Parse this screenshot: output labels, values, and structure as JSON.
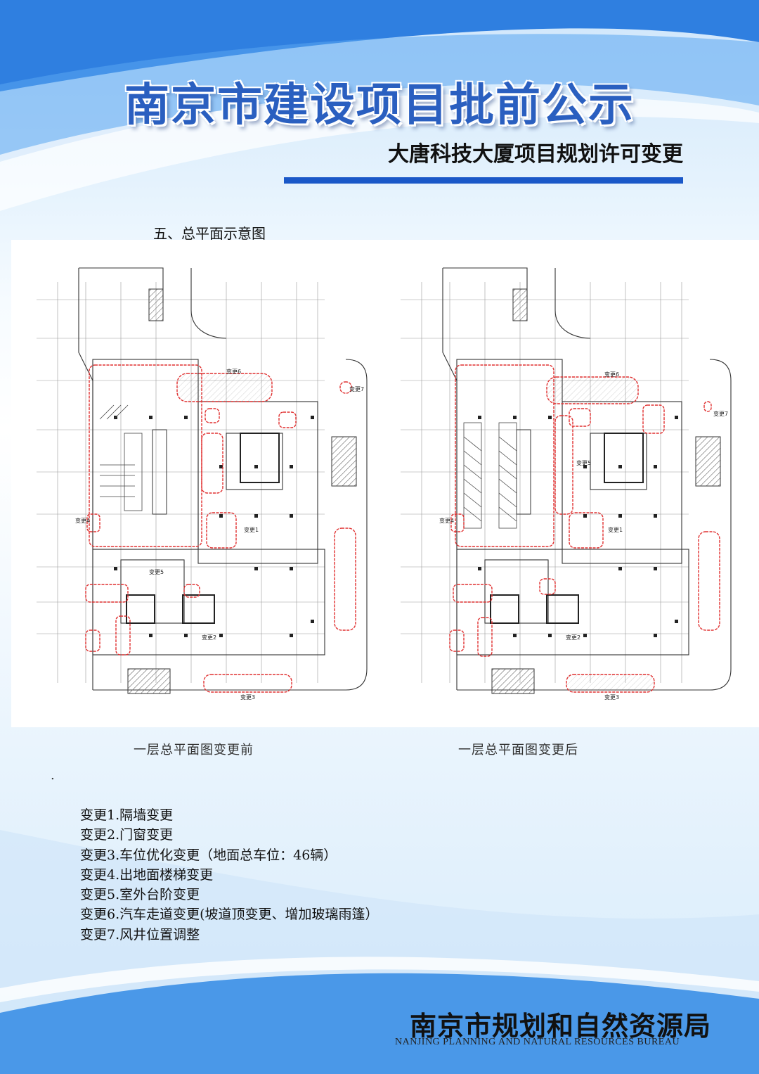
{
  "header": {
    "title": "南京市建设项目批前公示",
    "subtitle": "大唐科技大厦项目规划许可变更"
  },
  "section": {
    "heading": "五、总平面示意图"
  },
  "figures": {
    "before_caption": "一层总平面图变更前",
    "after_caption": "一层总平面图变更后",
    "before_labels": [
      "变更1",
      "变更2",
      "变更3",
      "变更4",
      "变更5",
      "变更6",
      "变更7"
    ],
    "after_labels": [
      "变更1",
      "变更2",
      "变更3",
      "变更4",
      "变更5",
      "变更6",
      "变更7"
    ]
  },
  "stray_dot": ".",
  "changes": [
    "变更1.隔墙变更",
    "变更2.门窗变更",
    "变更3.车位优化变更（地面总车位：46辆）",
    "变更4.出地面楼梯变更",
    "变更5.室外台阶变更",
    "变更6.汽车走道变更(坡道顶变更、增加玻璃雨篷）",
    "变更7.风井位置调整"
  ],
  "footer": {
    "org_cn": "南京市规划和自然资源局",
    "org_en": "NANJING PLANNING AND NATURAL RESOURCES BUREAU"
  },
  "colors": {
    "title_blue": "#2a5fc0",
    "bar_blue": "#1a58c8",
    "revision_cloud_red": "#e03030",
    "background_blue": "#3d8ee6"
  }
}
